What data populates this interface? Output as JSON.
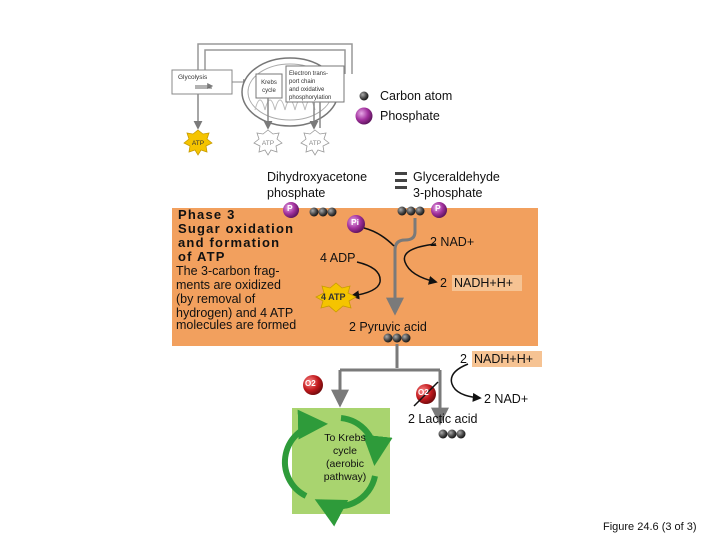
{
  "overview": {
    "glycolysis": "Glycolysis",
    "krebs": [
      "Krebs",
      "cycle"
    ],
    "etc": [
      "Electron trans-",
      "port chain",
      "and oxidative",
      "phosphorylation"
    ],
    "atp": "ATP"
  },
  "legend": {
    "carbon": "Carbon atom",
    "phosphate": "Phosphate"
  },
  "molecules": {
    "dhap": [
      "Dihydroxyacetone",
      "phosphate"
    ],
    "g3p": [
      "Glyceraldehyde",
      "3-phosphate"
    ],
    "p": "P",
    "pi": "Pi",
    "pyruvic": "2 Pyruvic acid",
    "lactic": "2 Lactic acid",
    "o2": "O2"
  },
  "phase": {
    "title": [
      "Phase 3",
      "Sugar oxidation",
      "and formation",
      "of ATP"
    ],
    "desc": [
      "The 3-carbon frag-",
      "ments are oxidized",
      "(by removal of",
      "hydrogen) and 4 ATP",
      "molecules are formed"
    ]
  },
  "labels": {
    "nad_in": "2 NAD+",
    "adp": "4 ADP",
    "nadh_count": "2",
    "nadh": "NADH+H+",
    "atp4": "4 ATP",
    "nadh2_count": "2",
    "nadh2": "NADH+H+",
    "nad_out": "2 NAD+"
  },
  "krebs_box": [
    "To Krebs",
    "cycle",
    "(aerobic",
    "pathway)"
  ],
  "caption": "Figure 24.6 (3 of 3)",
  "colors": {
    "orange": "#f2a05e",
    "green": "#a9d46f",
    "purple": "#8e2a8e",
    "atp_yellow": "#f5c400",
    "carbon_gray": "#444444"
  }
}
